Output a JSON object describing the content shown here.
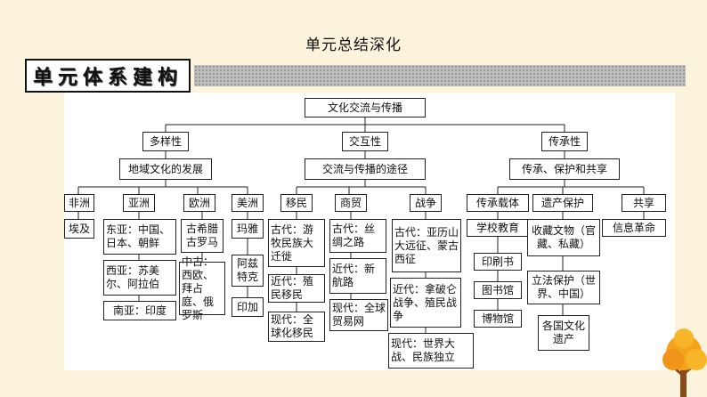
{
  "page_title": "单元总结深化",
  "banner": {
    "heading": "单元体系建构"
  },
  "diagram": {
    "root": "文化交流与传播",
    "level1": {
      "diversity": "多样性",
      "interaction": "交互性",
      "inheritance": "传承性"
    },
    "level2": {
      "regional": "地域文化的发展",
      "ways": "交流与传播的途径",
      "heritage": "传承、保护和共享"
    },
    "regions": {
      "africa": "非洲",
      "asia": "亚洲",
      "europe": "欧洲",
      "america": "美洲"
    },
    "africa_items": [
      "埃及"
    ],
    "asia_items": [
      "东亚：中国、日本、朝鲜",
      "西亚：苏美尔、阿拉伯",
      "南亚：印度"
    ],
    "europe_items": [
      "古希腊古罗马",
      "中古：西欧、拜占庭、俄罗斯"
    ],
    "america_items": [
      "玛雅",
      "阿兹特克",
      "印加"
    ],
    "ways": {
      "migration": "移民",
      "trade": "商贸",
      "war": "战争"
    },
    "migration_items": [
      "古代：游牧民族大迁徙",
      "近代：殖民移民",
      "现代：全球化移民"
    ],
    "trade_items": [
      "古代：丝绸之路",
      "近代：新航路",
      "现代：全球贸易网"
    ],
    "war_items": [
      "古代：亚历山大远征、蒙古西征",
      "近代：拿破仑战争、殖民战争",
      "现代：世界大战、民族独立"
    ],
    "heritage": {
      "carrier": "传承载体",
      "protection": "遗产保护",
      "sharing": "共享"
    },
    "carrier_items": [
      "学校教育",
      "印刷书",
      "图书馆",
      "博物馆"
    ],
    "protection_items": [
      "收藏文物（官藏、私藏）",
      "立法保护（世界、中国）",
      "各国文化遗产"
    ],
    "sharing_items": [
      "信息革命"
    ]
  },
  "colors": {
    "background": "#fbf3dc",
    "tree_foliage": "#f5a31a",
    "tree_trunk": "#8a4b1c"
  }
}
